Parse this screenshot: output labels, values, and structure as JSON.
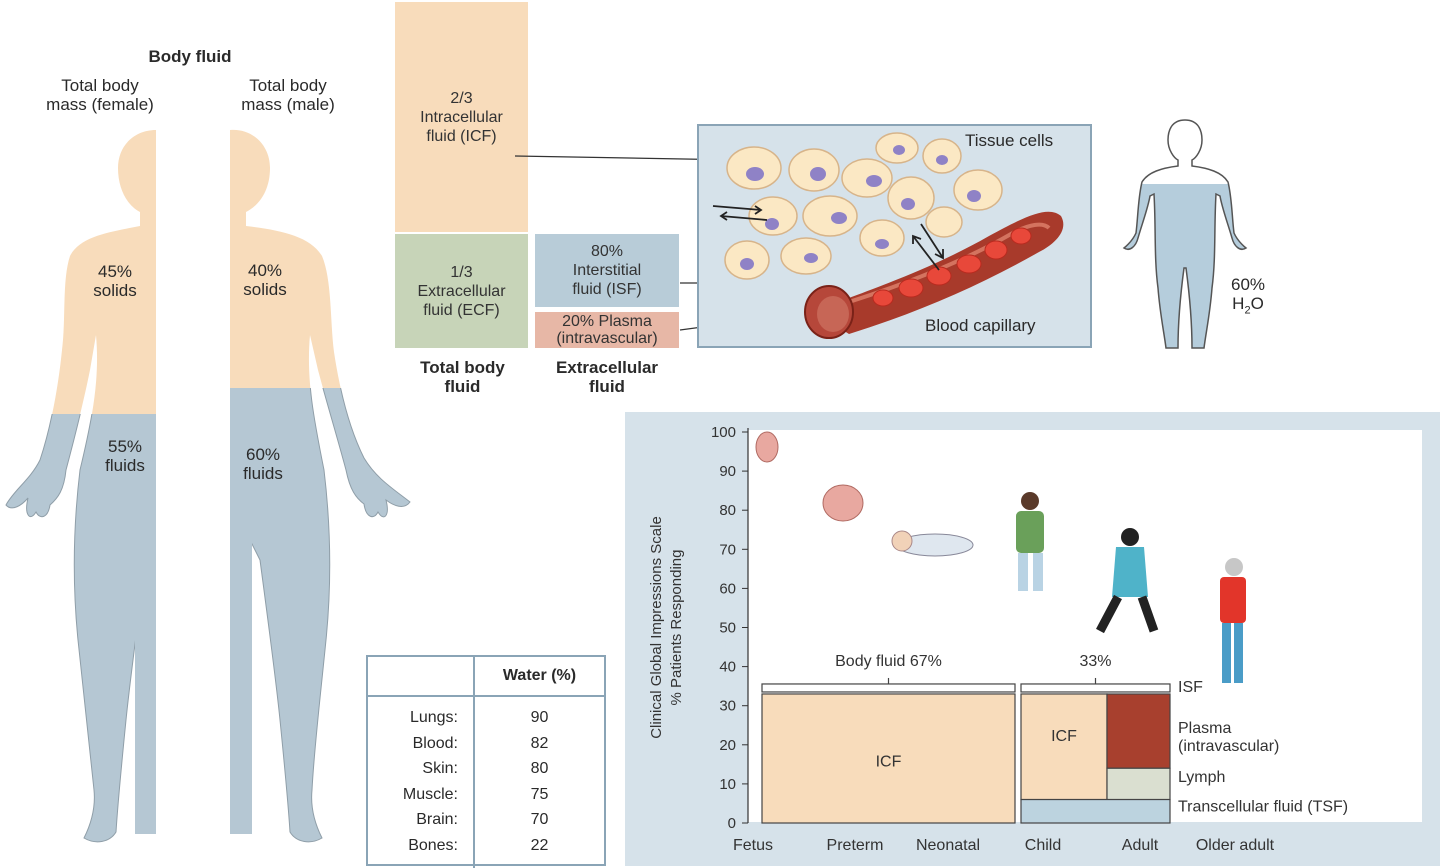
{
  "title": "Body fluid",
  "female": {
    "heading": [
      "Total body",
      "mass (female)"
    ],
    "solids": [
      "45%",
      "solids"
    ],
    "fluids": [
      "55%",
      "fluids"
    ]
  },
  "male": {
    "heading": [
      "Total body",
      "mass (male)"
    ],
    "solids": [
      "40%",
      "solids"
    ],
    "fluids": [
      "60%",
      "fluids"
    ]
  },
  "total_bar": {
    "icf": [
      "2/3",
      "Intracellular",
      "fluid (ICF)"
    ],
    "ecf": [
      "1/3",
      "Extracellular",
      "fluid (ECF)"
    ],
    "caption": [
      "Total body",
      "fluid"
    ]
  },
  "ecf_bar": {
    "isf": [
      "80%",
      "Interstitial",
      "fluid (ISF)"
    ],
    "plasma": [
      "20% Plasma",
      "(intravascular)"
    ],
    "caption": [
      "Extracellular",
      "fluid"
    ]
  },
  "tissue_panel": {
    "cells_label": "Tissue cells",
    "capillary_label": "Blood capillary"
  },
  "body_water": {
    "percent": "60%",
    "formula_h": "H",
    "formula_sub": "2",
    "formula_o": "O"
  },
  "water_table": {
    "header": "Water (%)",
    "rows": [
      {
        "organ": "Lungs:",
        "value": "90"
      },
      {
        "organ": "Blood:",
        "value": "82"
      },
      {
        "organ": "Skin:",
        "value": "80"
      },
      {
        "organ": "Muscle:",
        "value": "75"
      },
      {
        "organ": "Brain:",
        "value": "70"
      },
      {
        "organ": "Bones:",
        "value": "22"
      }
    ]
  },
  "chart_data": {
    "type": "bar",
    "ylabel": [
      "Clinical Global Impressions Scale",
      "% Patients Responding"
    ],
    "ylim": [
      0,
      100
    ],
    "yticks": [
      "0",
      "10",
      "20",
      "30",
      "40",
      "50",
      "60",
      "70",
      "80",
      "90",
      "100"
    ],
    "categories": [
      "Fetus",
      "Preterm",
      "Neonatal",
      "Child",
      "Adult",
      "Older adult"
    ],
    "brackets": [
      {
        "label": "Body fluid 67%",
        "value": 67
      },
      {
        "label": "33%",
        "value": 33
      }
    ],
    "segments": [
      {
        "name": "ICF",
        "label": "ICF",
        "value_top": 33,
        "value_bottom": 0,
        "color": "#f8dcbb"
      },
      {
        "name": "ICF",
        "label": "ICF",
        "value_top": 33,
        "value_bottom": 6,
        "color": "#f8dcbb"
      },
      {
        "name": "Plasma",
        "label": "",
        "value_top": 33,
        "value_bottom": 14,
        "color": "#a8402e"
      },
      {
        "name": "Lymph",
        "label": "",
        "value_top": 14,
        "value_bottom": 6,
        "color": "#dadfd0"
      },
      {
        "name": "TSF",
        "label": "",
        "value_top": 6,
        "value_bottom": 0,
        "color": "#bcd3df"
      }
    ],
    "legend": [
      "ISF",
      "Plasma",
      "(intravascular)",
      "Lymph",
      "Transcellular fluid (TSF)"
    ]
  },
  "colors": {
    "peach": "#f8dcbb",
    "blue_gray": "#b5c7d3",
    "olive": "#c7d4b8",
    "plasma": "#e7b7a6",
    "panel": "#d6e2ea",
    "capillary": "#a83a2b"
  }
}
